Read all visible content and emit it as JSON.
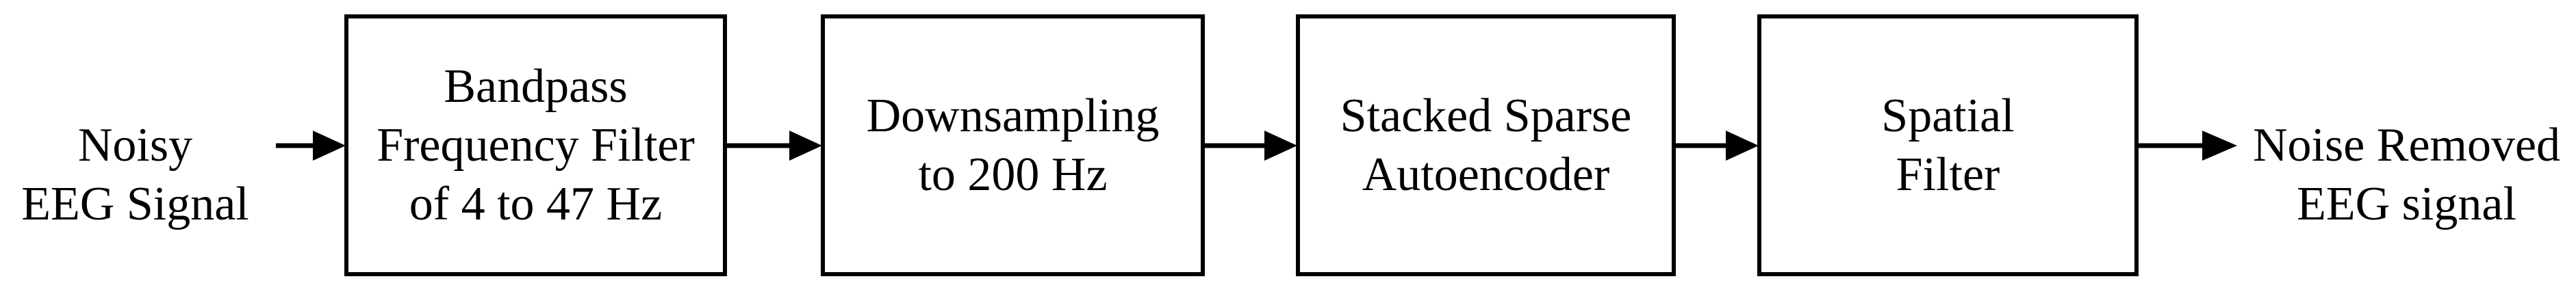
{
  "diagram": {
    "title": "EEG signal denoising pipeline block diagram",
    "background_color": "#ffffff",
    "stroke_color": "#000000",
    "input": {
      "name": "noisy-eeg-signal-label",
      "lines": [
        "Noisy",
        "EEG Signal"
      ]
    },
    "output": {
      "name": "noise-removed-eeg-signal-label",
      "lines": [
        "Noise Removed",
        "EEG signal"
      ]
    },
    "stages": [
      {
        "id": "bandpass-frequency-filter",
        "lines": [
          "Bandpass",
          "Frequency Filter",
          "of 4 to 47 Hz"
        ]
      },
      {
        "id": "downsampling",
        "lines": [
          "Downsampling",
          "to 200 Hz"
        ]
      },
      {
        "id": "stacked-sparse-autoencoder",
        "lines": [
          "Stacked Sparse",
          "Autoencoder"
        ]
      },
      {
        "id": "spatial-filter",
        "lines": [
          "Spatial",
          "Filter"
        ]
      }
    ],
    "connectors": [
      {
        "id": "arrow-input-to-bandpass",
        "from": "noisy-eeg-signal-label",
        "to": "bandpass-frequency-filter"
      },
      {
        "id": "arrow-bandpass-to-downsampling",
        "from": "bandpass-frequency-filter",
        "to": "downsampling"
      },
      {
        "id": "arrow-downsampling-to-autoencoder",
        "from": "downsampling",
        "to": "stacked-sparse-autoencoder"
      },
      {
        "id": "arrow-autoencoder-to-spatial",
        "from": "stacked-sparse-autoencoder",
        "to": "spatial-filter"
      },
      {
        "id": "arrow-spatial-to-output",
        "from": "spatial-filter",
        "to": "noise-removed-eeg-signal-label"
      }
    ]
  }
}
